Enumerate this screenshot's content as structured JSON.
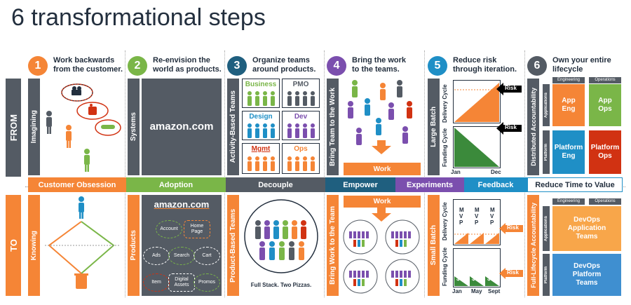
{
  "title": "6 transformational steps",
  "rows": {
    "from": "FROM",
    "to": "TO"
  },
  "colors": {
    "navy": "#232f3e",
    "orange": "#f58536",
    "green": "#7ab648",
    "darkgreen": "#3b8a3b",
    "grey": "#545b64",
    "blue": "#3f7fc1",
    "purple": "#7b4fae",
    "teal": "#1f8fc6",
    "red": "#d13212"
  },
  "steps": [
    {
      "number": "1",
      "heading": "Work backwards\nfrom the customer.",
      "from_label": "Imagining",
      "to_label": "Knowing",
      "band": "Customer Obsession"
    },
    {
      "number": "2",
      "heading": "Re-envision the\nworld as products.",
      "from_label": "Systems",
      "to_label": "Products",
      "band": "Adoption"
    },
    {
      "number": "3",
      "heading": "Organize teams\naround products.",
      "from_label": "Activity-Based Teams",
      "to_label": "Product-Based Teams",
      "band": "Decouple"
    },
    {
      "number": "4",
      "heading": "Bring the work\nto the teams.",
      "from_label": "Bring Team to the Work",
      "to_label": "Bring Work to the Team",
      "band": "Empower"
    },
    {
      "number": "5",
      "heading": "Reduce risk\nthrough iteration.",
      "from_label": "Large Batch",
      "to_label": "Small Batch",
      "band": "Experiments"
    },
    {
      "number": "6",
      "heading": "Own your entire\nlifecycle",
      "from_label": "Distributed Accountability",
      "to_label": "Full-Lifecycle Accountability",
      "band": "Feedback"
    }
  ],
  "band_end": "Reduce Time to Value",
  "step2": {
    "from_brand": "amazon.com",
    "to_brand": "amazon.com",
    "services": [
      "Account",
      "Home\nPage",
      "Ads",
      "Search",
      "Cart",
      "Item",
      "Digital\nAssets",
      "Promos"
    ]
  },
  "step3": {
    "tiles": [
      "Business",
      "PMO",
      "Design",
      "Dev",
      "Mgmt",
      "Ops"
    ],
    "caption": "Full Stack. Two Pizzas."
  },
  "step4": {
    "from_box": "Work",
    "to_box": "Work"
  },
  "step5": {
    "delivery_cycle": "Delivery Cycle",
    "funding_cycle": "Funding Cycle",
    "risk": "Risk",
    "from_axis": [
      "Jan",
      "Dec"
    ],
    "to_axis": [
      "Jan",
      "May",
      "Sept"
    ],
    "mvp": [
      "M",
      "V",
      "P"
    ],
    "dollar": "$"
  },
  "step6": {
    "engineering": "Engineering",
    "operations": "Operations",
    "applications": "Applications",
    "platform": "Platform",
    "from_boxes": [
      "App\nEng",
      "App\nOps",
      "Platform\nEng",
      "Platform\nOps"
    ],
    "to_boxes": [
      "DevOps\nApplication\nTeams",
      "DevOps\nPlatform\nTeams"
    ]
  }
}
